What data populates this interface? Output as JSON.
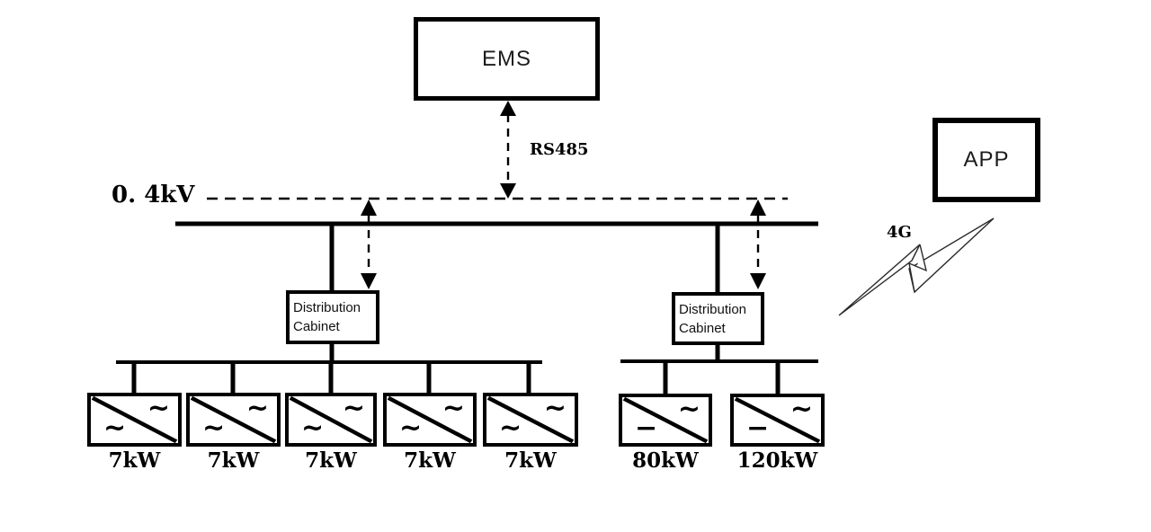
{
  "diagram": {
    "title_hint": "Energy storage system communication one-line diagram",
    "colors": {
      "line": "#000000",
      "background": "#ffffff"
    },
    "ems": {
      "label": "EMS"
    },
    "app": {
      "label": "APP"
    },
    "links": {
      "rs485": "RS485",
      "g4": "4G"
    },
    "bus": {
      "voltage": "0. 4kV"
    },
    "cabinets": [
      {
        "line1": "Distribution",
        "line2": "Cabinet"
      },
      {
        "line1": "Distribution",
        "line2": "Cabinet"
      }
    ],
    "units": [
      {
        "power": "7kW",
        "top_symbol": "~",
        "bottom_symbol": "~"
      },
      {
        "power": "7kW",
        "top_symbol": "~",
        "bottom_symbol": "~"
      },
      {
        "power": "7kW",
        "top_symbol": "~",
        "bottom_symbol": "~"
      },
      {
        "power": "7kW",
        "top_symbol": "~",
        "bottom_symbol": "~"
      },
      {
        "power": "7kW",
        "top_symbol": "~",
        "bottom_symbol": "~"
      },
      {
        "power": "80kW",
        "top_symbol": "~",
        "bottom_symbol": "−"
      },
      {
        "power": "120kW",
        "top_symbol": "~",
        "bottom_symbol": "−"
      }
    ]
  }
}
